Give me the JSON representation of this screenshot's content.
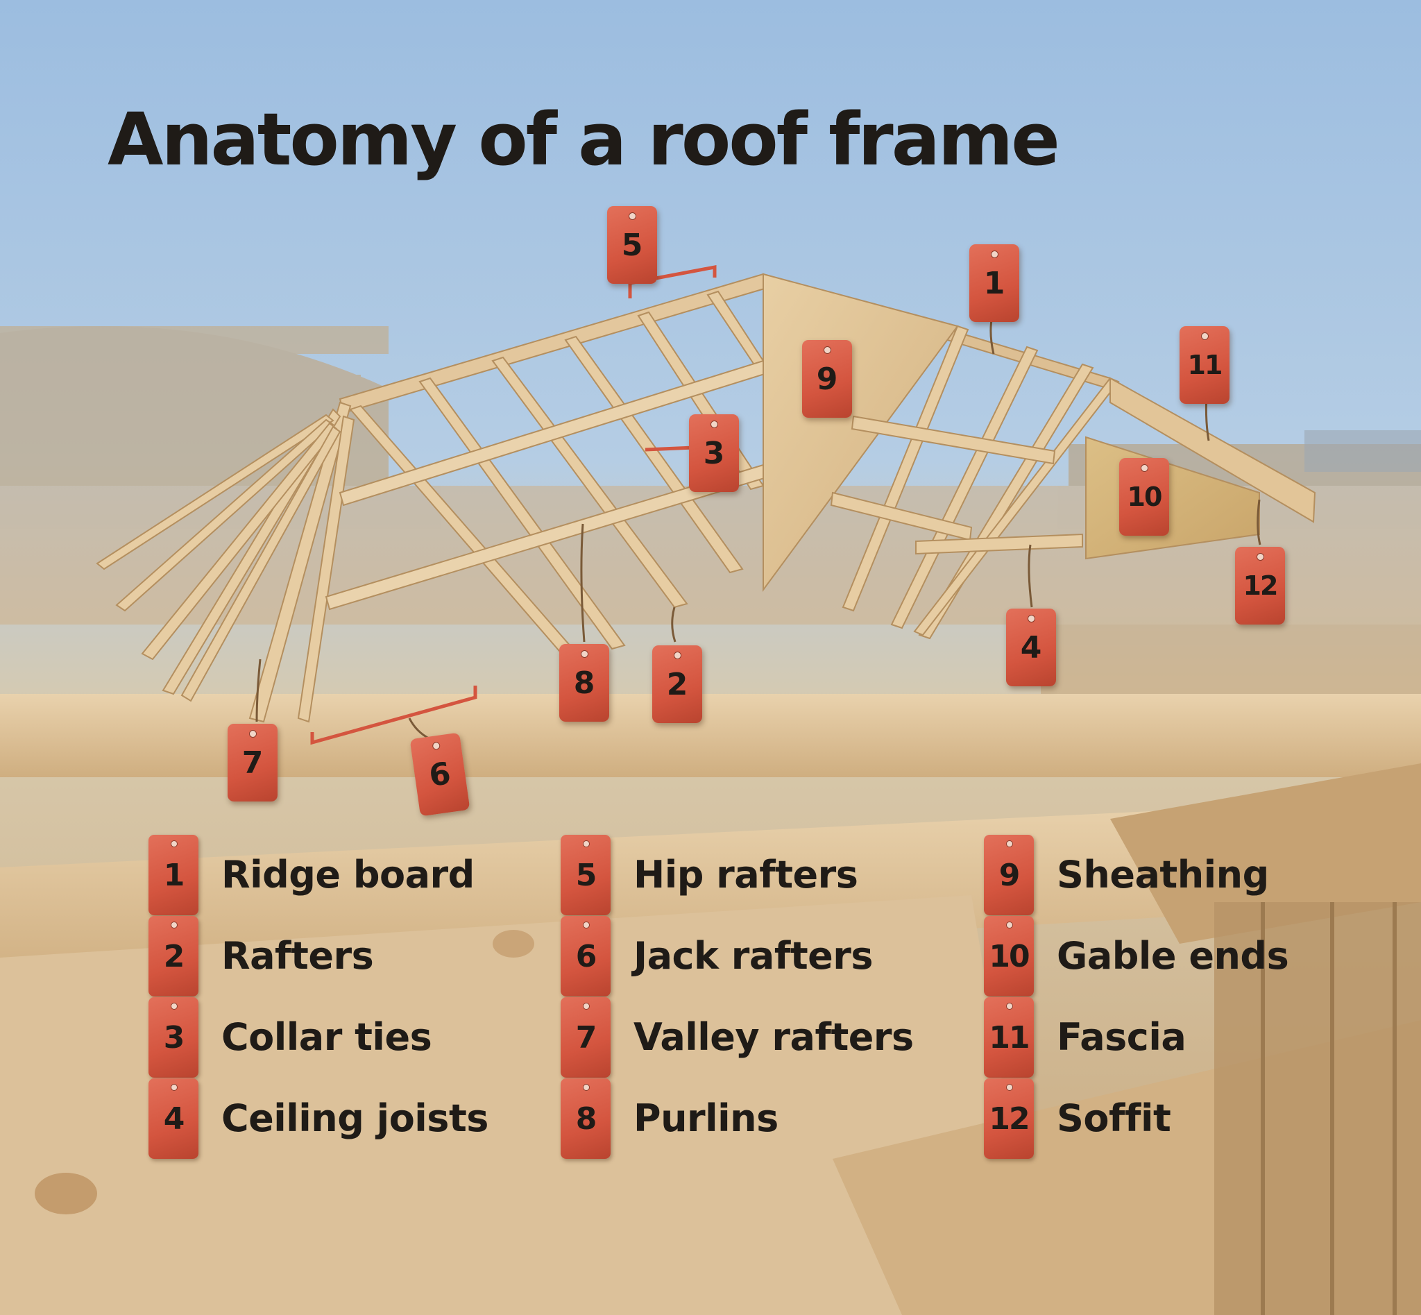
{
  "title": "Anatomy of a roof frame",
  "colors": {
    "tag": "#d4553f",
    "bracket": "#d4553f",
    "text": "#1f1b17",
    "sky": "#a9c6e3",
    "wood": "#dcc09a"
  },
  "diagram_tags": [
    {
      "number": "1"
    },
    {
      "number": "2"
    },
    {
      "number": "3"
    },
    {
      "number": "4"
    },
    {
      "number": "5"
    },
    {
      "number": "6"
    },
    {
      "number": "7"
    },
    {
      "number": "8"
    },
    {
      "number": "9"
    },
    {
      "number": "10"
    },
    {
      "number": "11"
    },
    {
      "number": "12"
    }
  ],
  "legend": [
    {
      "number": "1",
      "label": "Ridge board"
    },
    {
      "number": "2",
      "label": "Rafters"
    },
    {
      "number": "3",
      "label": "Collar ties"
    },
    {
      "number": "4",
      "label": "Ceiling joists"
    },
    {
      "number": "5",
      "label": "Hip rafters"
    },
    {
      "number": "6",
      "label": "Jack rafters"
    },
    {
      "number": "7",
      "label": "Valley rafters"
    },
    {
      "number": "8",
      "label": "Purlins"
    },
    {
      "number": "9",
      "label": "Sheathing"
    },
    {
      "number": "10",
      "label": "Gable ends"
    },
    {
      "number": "11",
      "label": "Fascia"
    },
    {
      "number": "12",
      "label": "Soffit"
    }
  ]
}
